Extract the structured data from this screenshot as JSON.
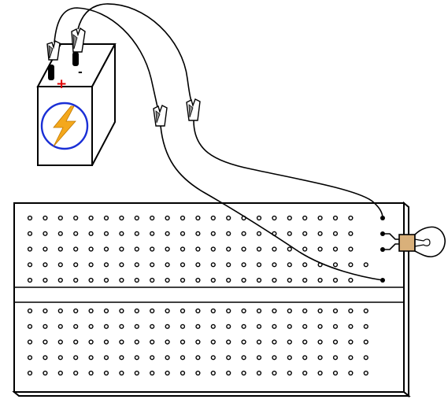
{
  "battery": {
    "positive_label": "+",
    "negative_label": "-",
    "symbol": "lightning-bolt-icon",
    "colors": {
      "ring": "#1a2fd6",
      "bolt": "#f4a81c",
      "positive": "#e00000"
    }
  },
  "breadboard": {
    "top_rows": 5,
    "bottom_rows": 5,
    "columns": 23
  },
  "lamp": {
    "icon": "light-bulb-icon",
    "colors": {
      "socket": "#d9b07a"
    }
  }
}
